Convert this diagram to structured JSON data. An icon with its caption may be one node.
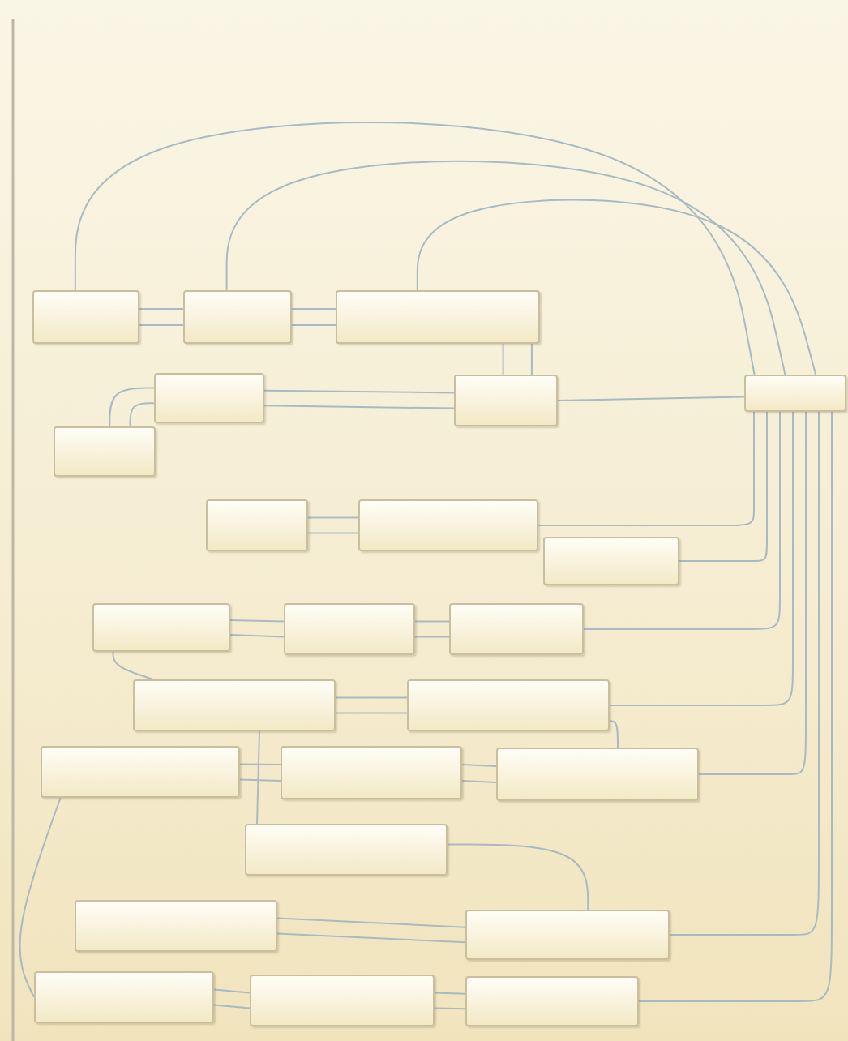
{
  "diagram": {
    "nodes": [
      {
        "text": [],
        "shape": "box"
      },
      {
        "text": [],
        "shape": "box"
      },
      {
        "text": [],
        "shape": "box"
      },
      {
        "text": [],
        "shape": "box"
      },
      {
        "text": [],
        "shape": "box"
      },
      {
        "text": [],
        "shape": "box"
      },
      {
        "text": [],
        "shape": "box"
      },
      {
        "text": [],
        "shape": "box"
      },
      {
        "text": [],
        "shape": "box"
      },
      {
        "text": [],
        "shape": "box"
      },
      {
        "text": [],
        "shape": "box"
      },
      {
        "text": [],
        "shape": "box"
      },
      {
        "text": [],
        "shape": "box"
      },
      {
        "text": [],
        "shape": "box"
      },
      {
        "text": [],
        "shape": "box"
      },
      {
        "text": [],
        "shape": "box"
      },
      {
        "text": [],
        "shape": "box"
      },
      {
        "text": [],
        "shape": "box"
      },
      {
        "text": [],
        "shape": "box"
      },
      {
        "text": [],
        "shape": "box"
      },
      {
        "text": [],
        "shape": "box"
      },
      {
        "text": [],
        "shape": "box"
      },
      {
        "text": [],
        "shape": "box"
      },
      {
        "text": [],
        "shape": "box"
      }
    ],
    "edges": [
      {
        "from": 0,
        "to": 1,
        "arrow": "none"
      },
      {
        "from": 0,
        "to": 1,
        "arrow": "none"
      },
      {
        "from": 1,
        "to": 2,
        "arrow": "none"
      },
      {
        "from": 1,
        "to": 2,
        "arrow": "none"
      },
      {
        "from": 2,
        "to": 4,
        "arrow": "none"
      },
      {
        "from": 2,
        "to": 4,
        "arrow": "none"
      },
      {
        "from": 3,
        "to": 4,
        "arrow": "none"
      },
      {
        "from": 3,
        "to": 4,
        "arrow": "none"
      },
      {
        "from": 6,
        "to": 3,
        "arrow": "none"
      },
      {
        "from": 6,
        "to": 3,
        "arrow": "none"
      },
      {
        "from": 7,
        "to": 8,
        "arrow": "none"
      },
      {
        "from": 7,
        "to": 8,
        "arrow": "none"
      },
      {
        "from": 10,
        "to": 11,
        "arrow": "none"
      },
      {
        "from": 10,
        "to": 11,
        "arrow": "none"
      },
      {
        "from": 11,
        "to": 12,
        "arrow": "none"
      },
      {
        "from": 11,
        "to": 12,
        "arrow": "none"
      },
      {
        "from": 13,
        "to": 14,
        "arrow": "none"
      },
      {
        "from": 13,
        "to": 14,
        "arrow": "none"
      },
      {
        "from": 15,
        "to": 16,
        "arrow": "none"
      },
      {
        "from": 15,
        "to": 16,
        "arrow": "none"
      },
      {
        "from": 16,
        "to": 17,
        "arrow": "none"
      },
      {
        "from": 16,
        "to": 17,
        "arrow": "none"
      },
      {
        "from": 19,
        "to": 20,
        "arrow": "none"
      },
      {
        "from": 19,
        "to": 20,
        "arrow": "none"
      },
      {
        "from": 21,
        "to": 22,
        "arrow": "none"
      },
      {
        "from": 21,
        "to": 22,
        "arrow": "none"
      },
      {
        "from": 22,
        "to": 23,
        "arrow": "none"
      },
      {
        "from": 22,
        "to": 23,
        "arrow": "none"
      },
      {
        "from": 0,
        "to": 5,
        "arrow": "none"
      },
      {
        "from": 1,
        "to": 5,
        "arrow": "none"
      },
      {
        "from": 2,
        "to": 5,
        "arrow": "none"
      },
      {
        "from": 4,
        "to": 5,
        "arrow": "none"
      },
      {
        "from": 8,
        "to": 5,
        "arrow": "none"
      },
      {
        "from": 9,
        "to": 5,
        "arrow": "none"
      },
      {
        "from": 12,
        "to": 5,
        "arrow": "none"
      },
      {
        "from": 14,
        "to": 5,
        "arrow": "none"
      },
      {
        "from": 17,
        "to": 5,
        "arrow": "none"
      },
      {
        "from": 20,
        "to": 5,
        "arrow": "none"
      },
      {
        "from": 23,
        "to": 5,
        "arrow": "none"
      },
      {
        "from": 13,
        "to": 18,
        "arrow": "none"
      },
      {
        "from": 18,
        "to": 20,
        "arrow": "none"
      },
      {
        "from": 14,
        "to": 17,
        "arrow": "none"
      },
      {
        "from": 15,
        "to": 21,
        "arrow": "none"
      },
      {
        "from": 10,
        "to": 13,
        "arrow": "none"
      }
    ]
  }
}
